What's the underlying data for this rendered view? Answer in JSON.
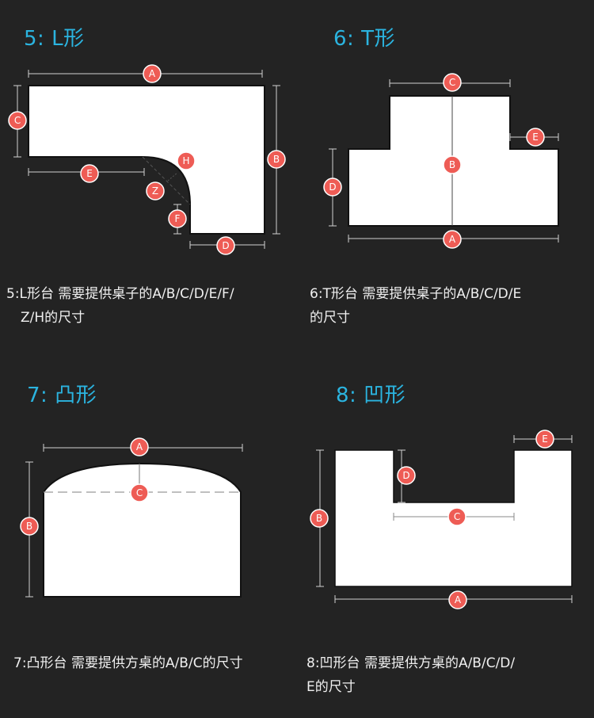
{
  "sections": {
    "l_shape": {
      "title": "5: L形",
      "desc_line1": "5:L形台 需要提供桌子的A/B/C/D/E/F/",
      "desc_line2": "Z/H的尺寸",
      "labels": {
        "a": "A",
        "b": "B",
        "c": "C",
        "d": "D",
        "e": "E",
        "f": "F",
        "z": "Z",
        "h": "H"
      }
    },
    "t_shape": {
      "title": "6: T形",
      "desc_line1": "6:T形台 需要提供桌子的A/B/C/D/E",
      "desc_line2": "的尺寸",
      "labels": {
        "a": "A",
        "b": "B",
        "c": "C",
        "d": "D",
        "e": "E"
      }
    },
    "convex_shape": {
      "title": "7: 凸形",
      "desc_line1": "7:凸形台 需要提供方桌的A/B/C的尺寸",
      "labels": {
        "a": "A",
        "b": "B",
        "c": "C"
      }
    },
    "concave_shape": {
      "title": "8: 凹形",
      "desc_line1": "8:凹形台 需要提供方桌的A/B/C/D/",
      "desc_line2": "E的尺寸",
      "labels": {
        "a": "A",
        "b": "B",
        "c": "C",
        "d": "D",
        "e": "E"
      }
    }
  },
  "colors": {
    "background": "#232323",
    "title": "#2bb4e0",
    "badge": "#ee5c55",
    "shape_fill": "#ffffff"
  }
}
